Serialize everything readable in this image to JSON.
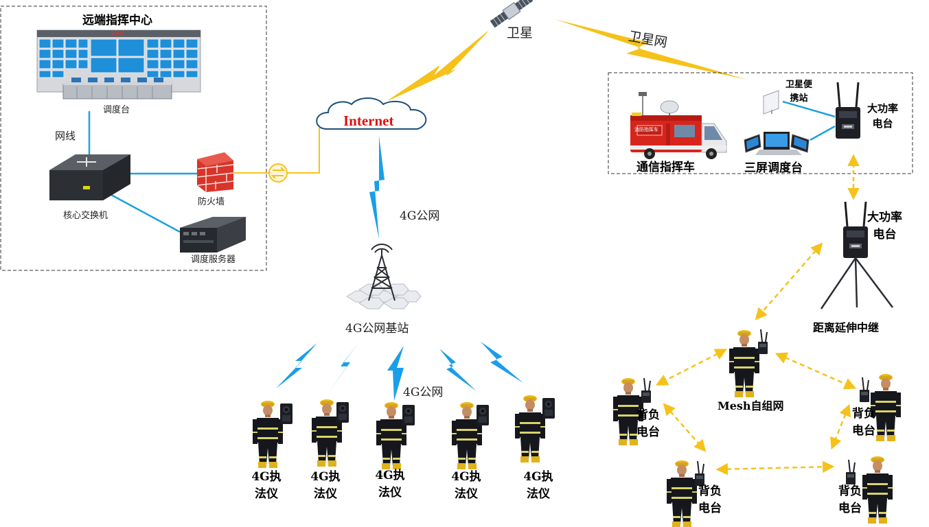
{
  "command_center": {
    "title": "远端指挥中心",
    "screen_text": "LED",
    "console_label": "调度台",
    "cable_label": "网线",
    "switch_label": "核心交换机",
    "firewall_label": "防火墙",
    "server_label": "调度服务器"
  },
  "network": {
    "internet_label": "Internet",
    "satellite_label": "卫星",
    "satellite_network_label": "卫星网",
    "public_4g_label": "4G公网",
    "base_station_label": "4G公网基站",
    "public_4g_label_2": "4G公网"
  },
  "vehicle_group": {
    "vehicle_label": "通信指挥车",
    "vehicle_body_text": "消防指挥车",
    "portable_sat_line1": "卫星便",
    "portable_sat_line2": "携站",
    "triple_screen_label": "三屏调度台",
    "radio_line1": "大功率",
    "radio_line2": "电台"
  },
  "relay": {
    "radio_line1": "大功率",
    "radio_line2": "电台",
    "relay_label": "距离延伸中继"
  },
  "mesh": {
    "mesh_label": "Mesh自组网",
    "backpack_line1": "背负",
    "backpack_line2": "电台"
  },
  "recorders": {
    "line1": "4G执",
    "line2": "法仪",
    "count": 5
  },
  "colors": {
    "cable_blue": "#1ba1e2",
    "wireless_yellow": "#f5c21b",
    "lightning_blue": "#1b9ee8",
    "internet_red": "#e01010",
    "firefighter_uniform": "#15171c",
    "reflective_stripe": "#d9d36a"
  }
}
